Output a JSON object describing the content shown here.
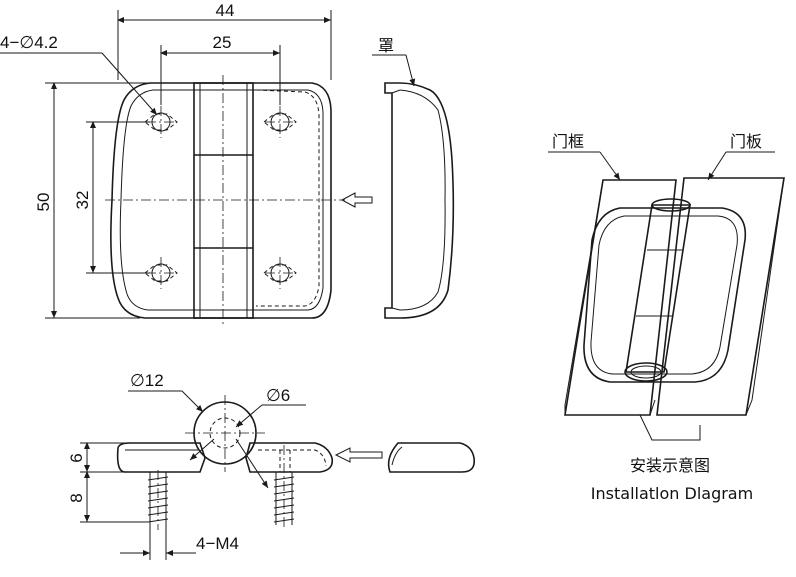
{
  "dimensions": {
    "width_44": "44",
    "width_25": "25",
    "hole_label": "4−∅4.2",
    "height_50": "50",
    "height_32": "32",
    "dia_12": "∅12",
    "dia_6": "∅6",
    "thick_6": "6",
    "thread_8": "8",
    "thread_label": "4−M4"
  },
  "labels": {
    "cover": "罩",
    "door_frame": "门框",
    "door_panel": "门板",
    "caption_cn": "安装示意图",
    "caption_en": "Installatlon Dlagram"
  }
}
